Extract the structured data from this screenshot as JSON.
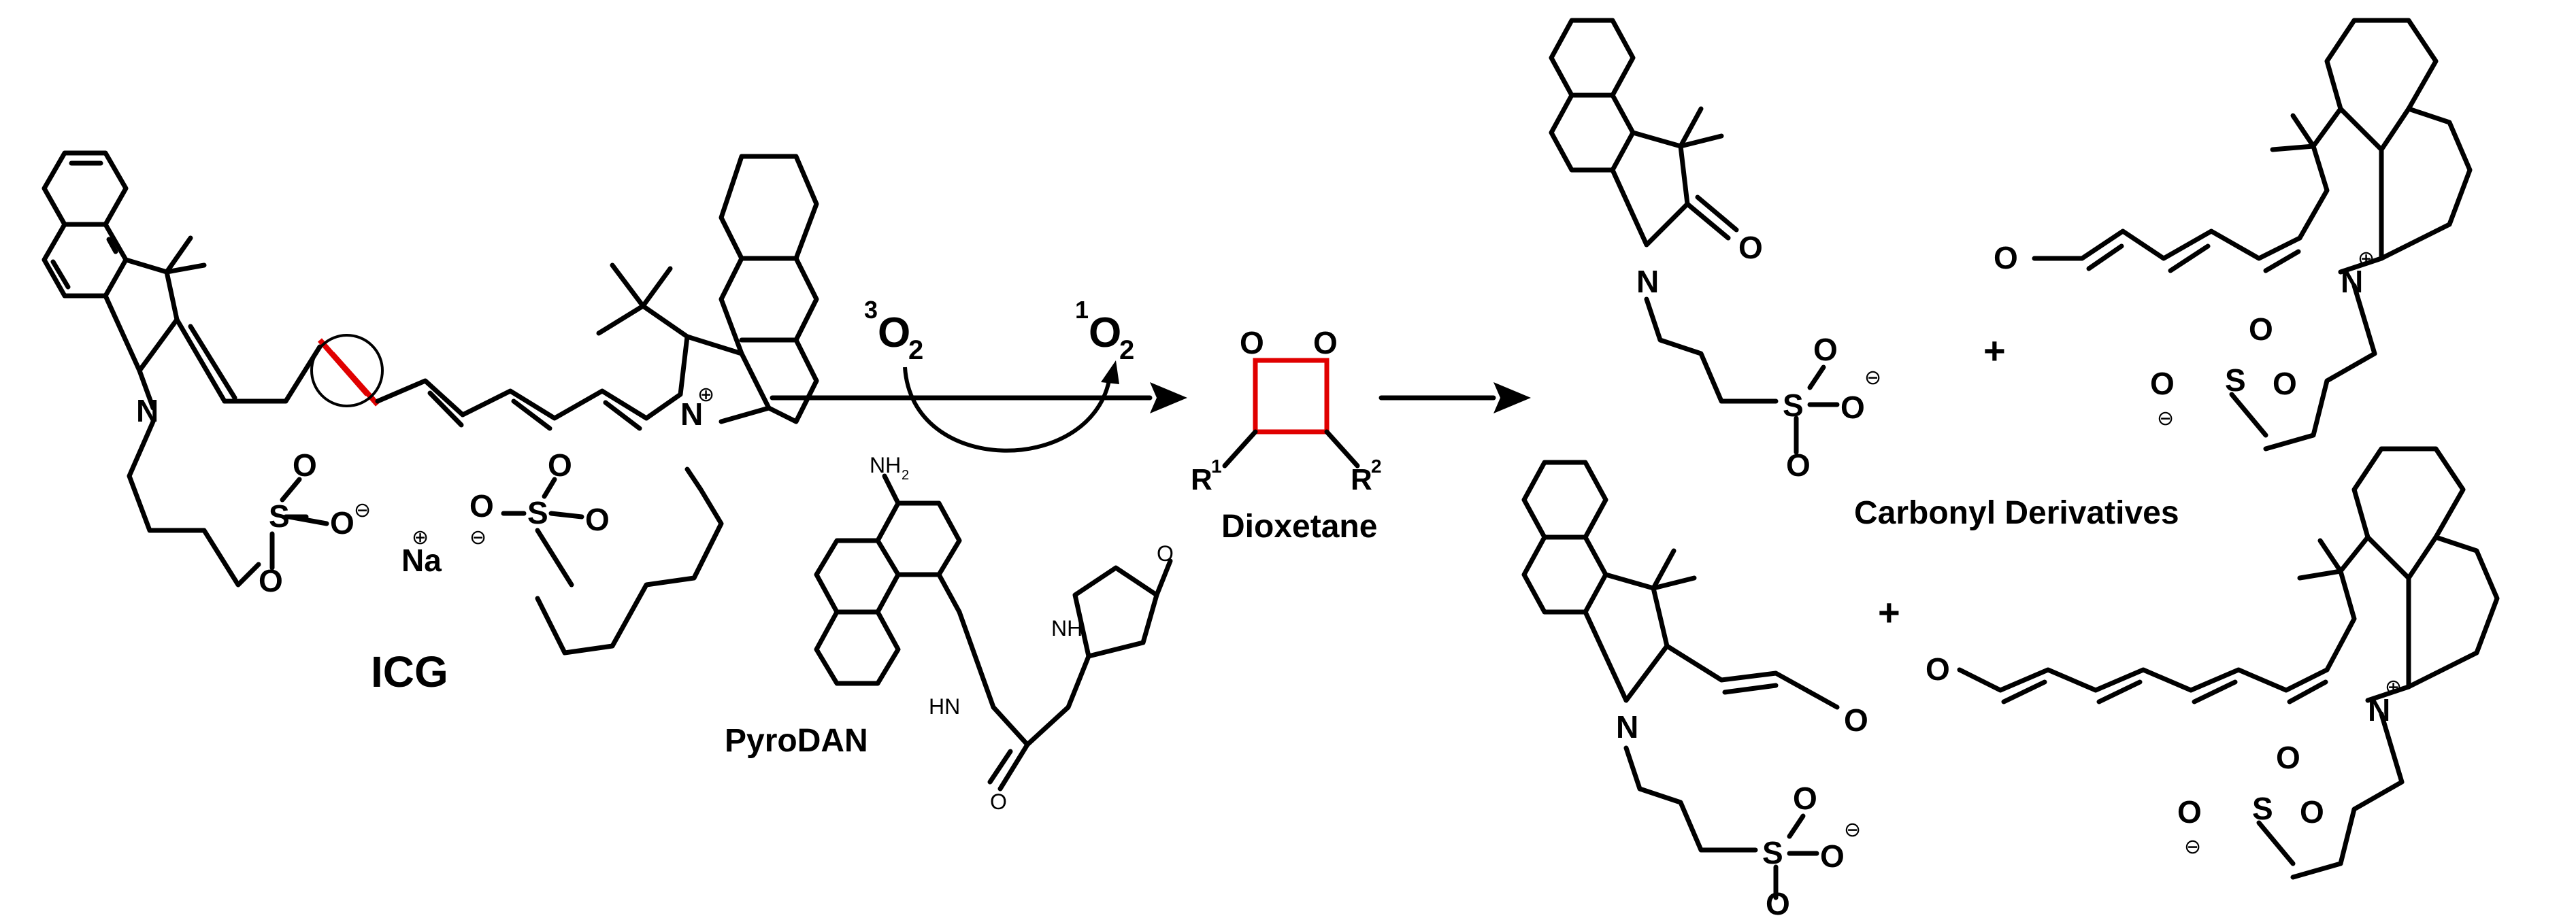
{
  "colors": {
    "red": "#e00000",
    "blue": "#1a1aff",
    "black": "#000000"
  },
  "labels": {
    "icg": "ICG",
    "pyrodan": "PyroDAN",
    "dioxetane": "Dioxetane",
    "carbonyl": "Carbonyl Derivatives",
    "triplet_sup": "3",
    "triplet": "O",
    "triplet_sub": "2",
    "singlet_sup": "1",
    "singlet": "O",
    "singlet_sub": "2",
    "plus": "+",
    "r1": "R",
    "r1_sup": "1",
    "r2": "R",
    "r2_sup": "2"
  },
  "atoms": {
    "N": "N",
    "O": "O",
    "S": "S",
    "Na": "Na",
    "HN": "HN",
    "NH": "NH",
    "NH2": "NH",
    "NH2_sub": "2",
    "plus_sym": "⊕",
    "minus_sym": "⊖"
  }
}
